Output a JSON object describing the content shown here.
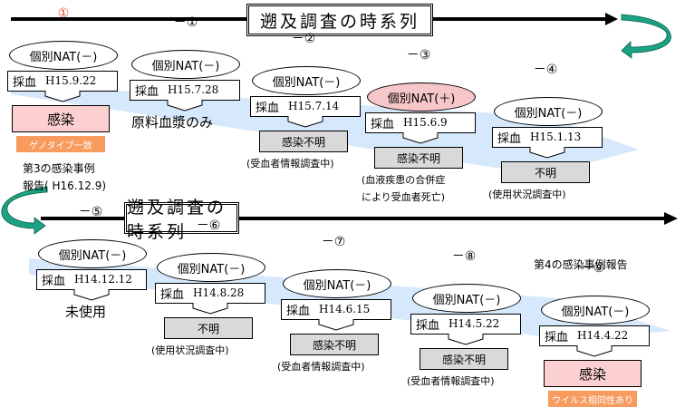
{
  "timelines": [
    {
      "title": "遡及調査の時系列",
      "items": [
        {
          "seq": "①",
          "nat": "個別NAT(－)",
          "nat_result": "negative",
          "sample_label": "採血",
          "date": "H15.9.22",
          "result": "感染",
          "result_type": "infected",
          "tag": "ゲノタイプ一致",
          "note": ""
        },
        {
          "seq": "－①",
          "nat": "個別NAT(－)",
          "nat_result": "negative",
          "sample_label": "採血",
          "date": "H15.7.28",
          "result": "原料血漿のみ",
          "result_type": "plain",
          "tag": "",
          "note": ""
        },
        {
          "seq": "－②",
          "nat": "個別NAT(－)",
          "nat_result": "negative",
          "sample_label": "採血",
          "date": "H15.7.14",
          "result": "感染不明",
          "result_type": "unknown",
          "tag": "",
          "note": "(受血者情報調査中)"
        },
        {
          "seq": "－③",
          "nat": "個別NAT(＋)",
          "nat_result": "positive",
          "sample_label": "採血",
          "date": "H15.6.9",
          "result": "感染不明",
          "result_type": "unknown",
          "tag": "",
          "note": "(血液疾患の合併症",
          "note2": "により受血者死亡)"
        },
        {
          "seq": "－④",
          "nat": "個別NAT(－)",
          "nat_result": "negative",
          "sample_label": "採血",
          "date": "H15.1.13",
          "result": "不明",
          "result_type": "unknown",
          "tag": "",
          "note": "(使用状況調査中)"
        }
      ],
      "report": [
        "第3の感染事例",
        "報告( H16.12.9)"
      ]
    },
    {
      "title": "遡及調査の時系列",
      "items": [
        {
          "seq": "－⑤",
          "nat": "個別NAT(－)",
          "nat_result": "negative",
          "sample_label": "採血",
          "date": "H14.12.12",
          "result": "未使用",
          "result_type": "plain",
          "tag": "",
          "note": ""
        },
        {
          "seq": "－⑥",
          "nat": "個別NAT(－)",
          "nat_result": "negative",
          "sample_label": "採血",
          "date": "H14.8.28",
          "result": "不明",
          "result_type": "unknown",
          "tag": "",
          "note": "(使用状況調査中)"
        },
        {
          "seq": "－⑦",
          "nat": "個別NAT(－)",
          "nat_result": "negative",
          "sample_label": "採血",
          "date": "H14.6.15",
          "result": "感染不明",
          "result_type": "unknown",
          "tag": "",
          "note": "(受血者情報調査中)"
        },
        {
          "seq": "－⑧",
          "nat": "個別NAT(－)",
          "nat_result": "negative",
          "sample_label": "採血",
          "date": "H14.5.22",
          "result": "感染不明",
          "result_type": "unknown",
          "tag": "",
          "note": "(受血者情報調査中)"
        },
        {
          "seq": "－⑨",
          "nat": "個別NAT(－)",
          "nat_result": "negative",
          "sample_label": "採血",
          "date": "H14.4.22",
          "result": "感染",
          "result_type": "infected",
          "tag": "ウイルス相同性あり",
          "note": ""
        }
      ],
      "report": [
        "第4の感染事例報告"
      ]
    }
  ],
  "colors": {
    "infected_fill": "#fcd0d0",
    "unknown_fill": "#d9d9d9",
    "positive_nat_fill": "#f7c6c9",
    "tag_fill": "#f79b5f",
    "seq_highlight": "#e8401c",
    "band": "#cfe4fa",
    "turn_arrow": "#1aa383"
  }
}
